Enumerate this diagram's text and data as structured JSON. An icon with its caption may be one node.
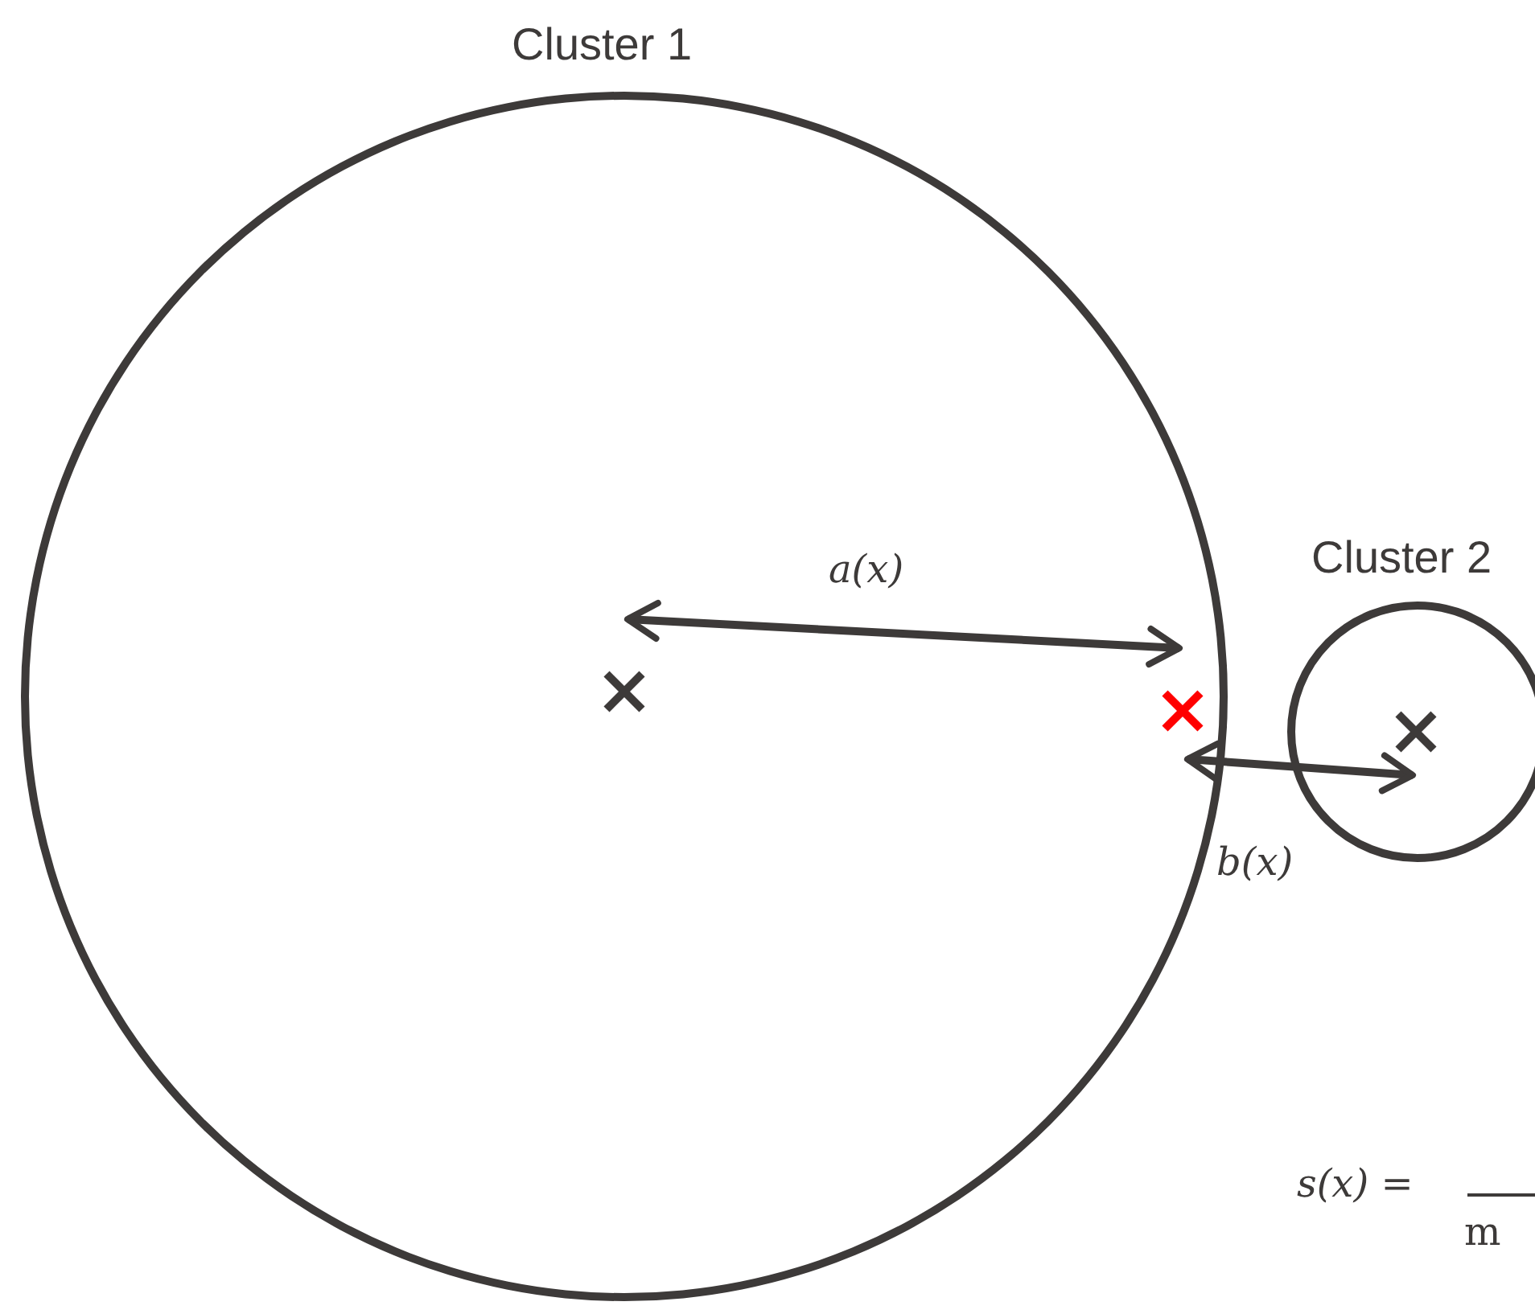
{
  "diagram": {
    "nodes": [
      {
        "text": [
          "Cluster 1"
        ]
      },
      {
        "text": [
          "Cluster 2"
        ]
      },
      {
        "text": [],
        "shape": "cross",
        "in": 0
      },
      {
        "text": [],
        "shape": "cross",
        "in": 0
      },
      {
        "text": [],
        "shape": "cross",
        "in": 1
      }
    ],
    "edges": [
      {
        "from": 2,
        "to": 3,
        "arrow": "both",
        "label": "a(x)"
      },
      {
        "from": 3,
        "to": 4,
        "arrow": "both",
        "label": "b(x)"
      }
    ],
    "labels": [
      "s(x) =",
      "m"
    ]
  }
}
